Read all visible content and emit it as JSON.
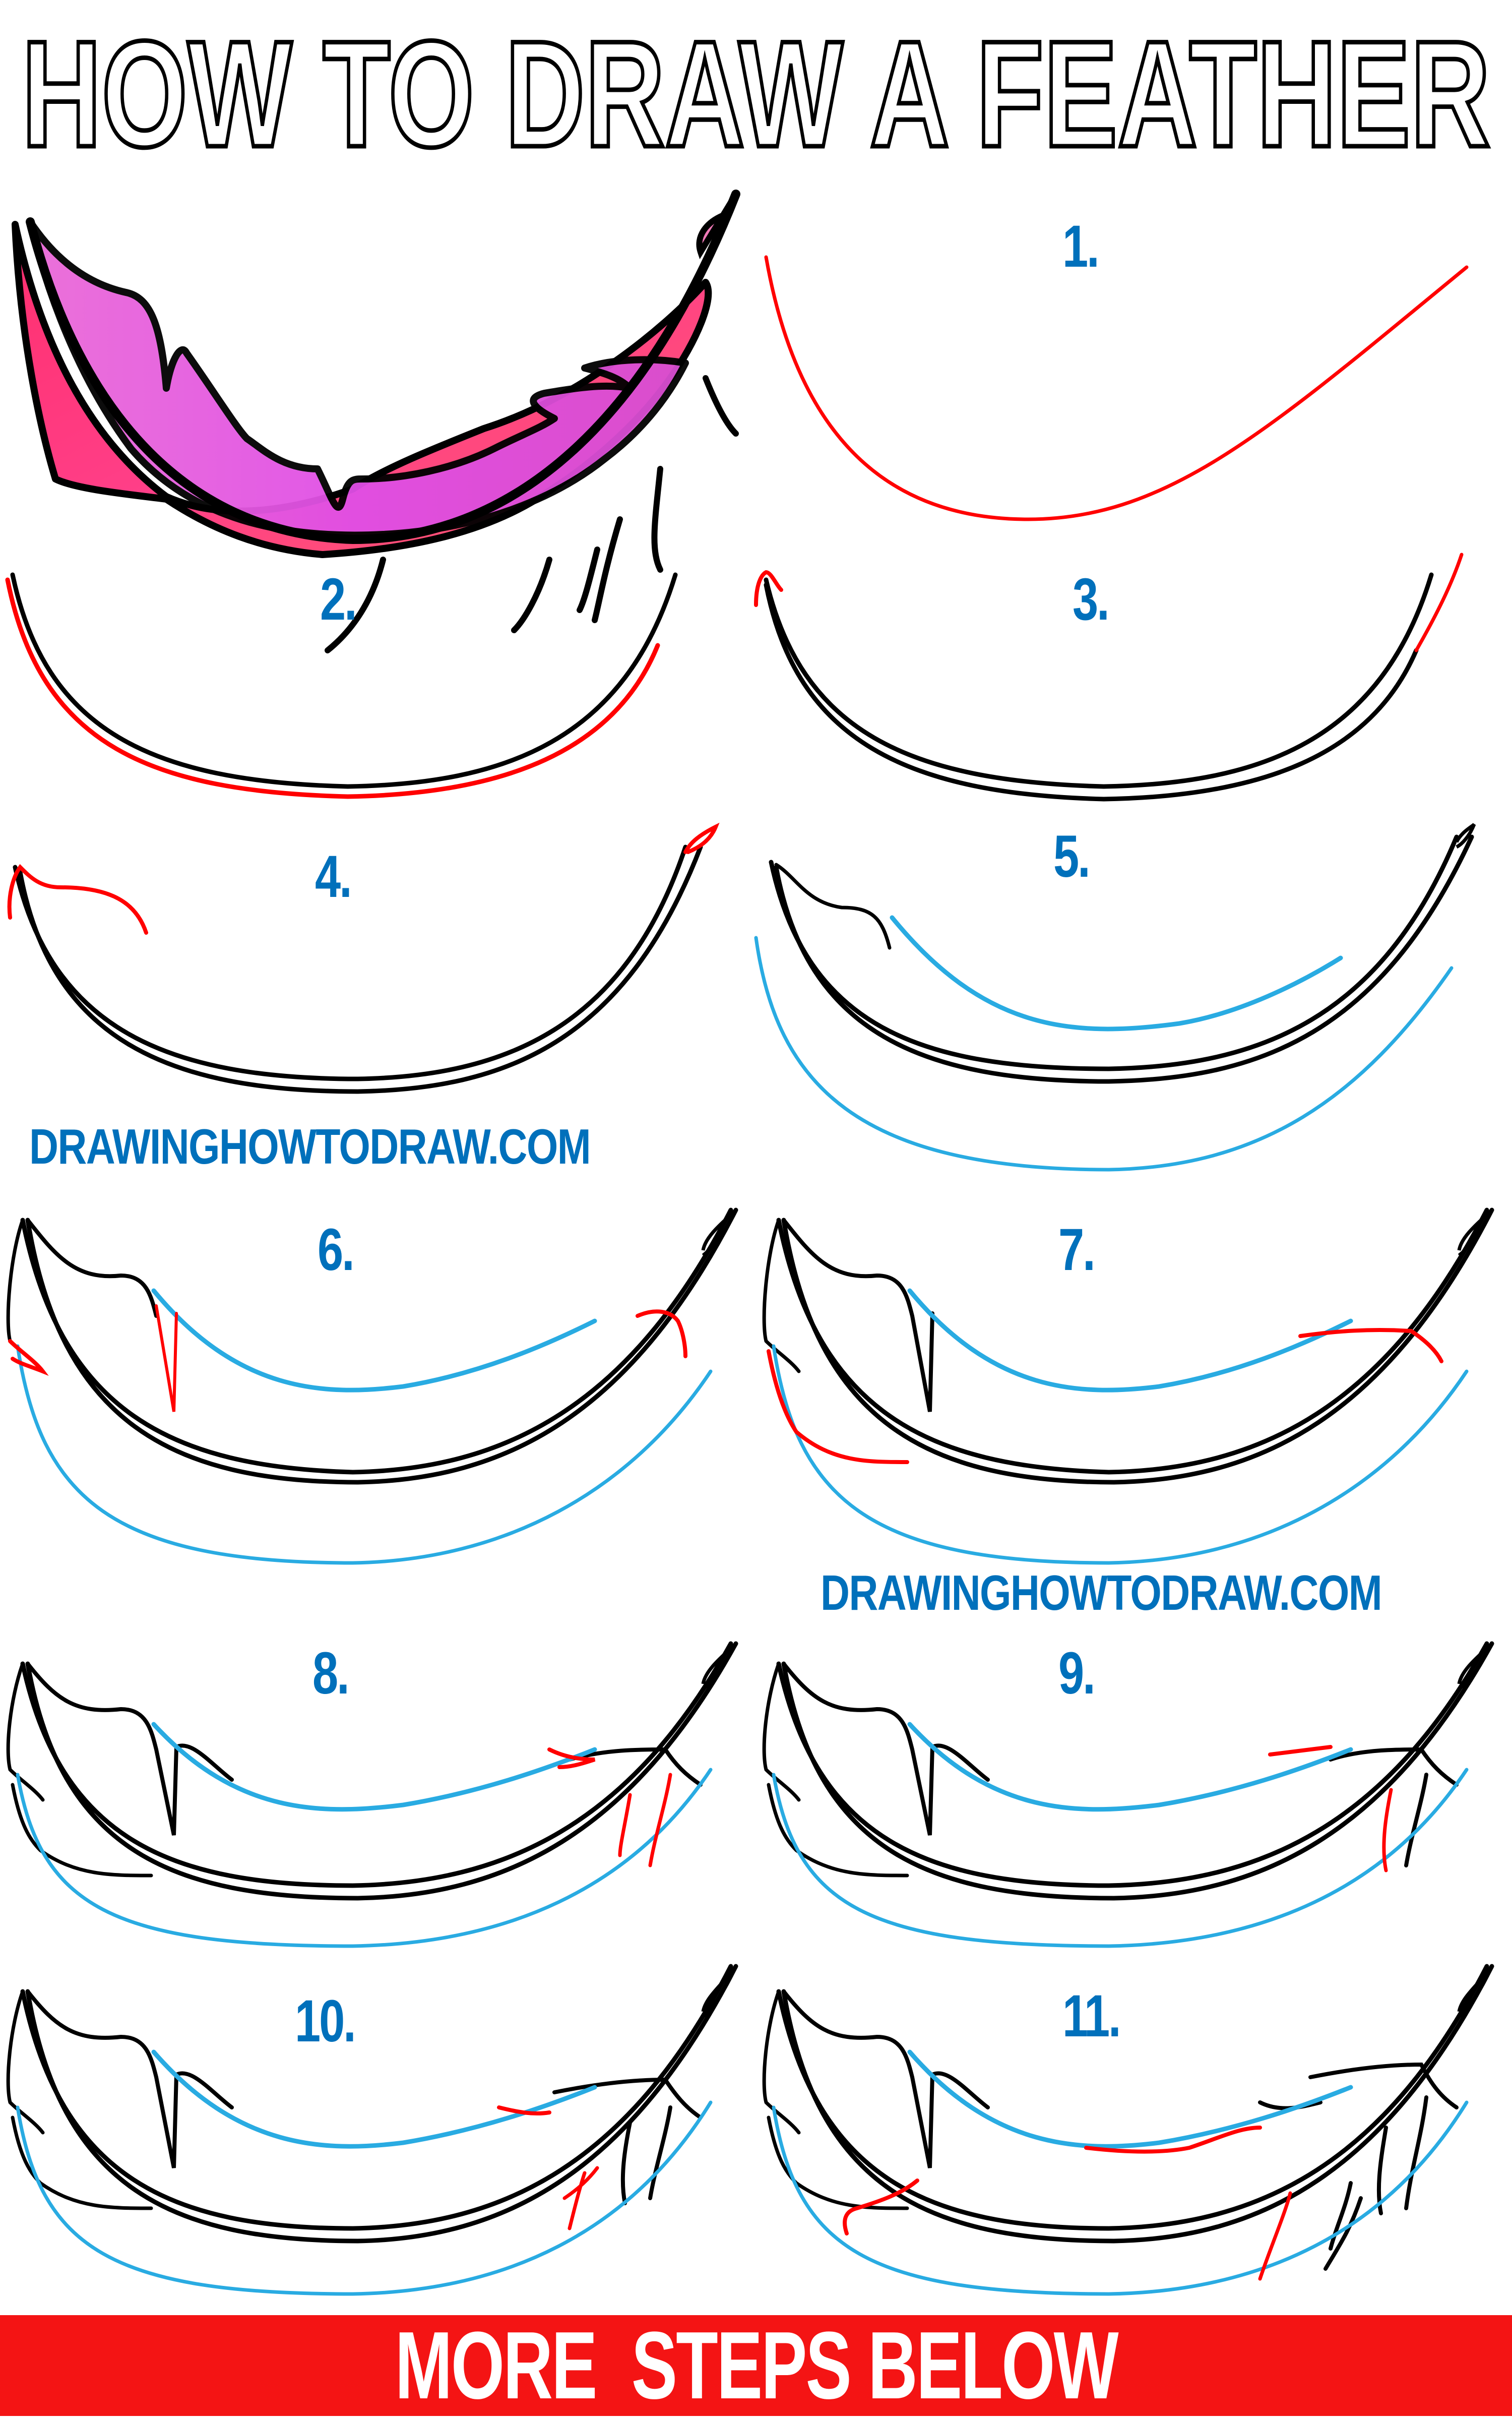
{
  "title": "HOW TO DRAW A FEATHER",
  "colors": {
    "step_number": "#0070bb",
    "new_stroke": "#ff0000",
    "guide_stroke": "#29abe2",
    "ink": "#000000",
    "banner_bg": "#f41414",
    "banner_text": "#ffffff",
    "feather_pink": "#ff2d7a",
    "feather_magenta": "#e64fe0"
  },
  "finished_feather": {
    "label": "colored-feather-example"
  },
  "steps": [
    {
      "number": "1."
    },
    {
      "number": "2."
    },
    {
      "number": "3."
    },
    {
      "number": "4."
    },
    {
      "number": "5."
    },
    {
      "number": "6."
    },
    {
      "number": "7."
    },
    {
      "number": "8."
    },
    {
      "number": "9."
    },
    {
      "number": "10."
    },
    {
      "number": "11."
    }
  ],
  "watermarks": [
    {
      "text": "DRAWINGHOWTODRAW.COM"
    },
    {
      "text": "DRAWINGHOWTODRAW.COM"
    }
  ],
  "banner": {
    "text": "MORE  STEPS BELOW"
  }
}
